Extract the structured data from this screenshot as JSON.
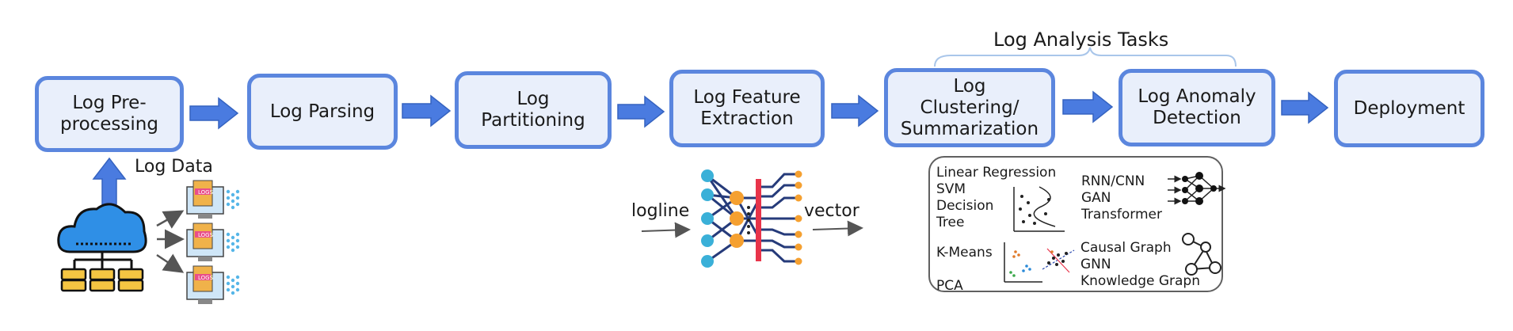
{
  "pipeline": {
    "steps": [
      {
        "id": "preprocessing",
        "label": "Log Pre-\nprocessing"
      },
      {
        "id": "parsing",
        "label": "Log Parsing"
      },
      {
        "id": "partitioning",
        "label": "Log\nPartitioning"
      },
      {
        "id": "feature_extraction",
        "label": "Log Feature\nExtraction"
      },
      {
        "id": "clustering",
        "label": "Log\nClustering/\nSummarization"
      },
      {
        "id": "anomaly_detection",
        "label": "Log Anomaly\nDetection"
      },
      {
        "id": "deployment",
        "label": "Deployment"
      }
    ],
    "analysis_tasks_label": "Log Analysis Tasks"
  },
  "log_data": {
    "label": "Log Data",
    "file_badge": "LOGS"
  },
  "feature_extraction_detail": {
    "input_label": "logline",
    "output_label": "vector"
  },
  "models": {
    "classic_supervised": "Linear Regression\nSVM\nDecision\nTree",
    "deep_learning": "RNN/CNN\nGAN\nTransformer",
    "unsupervised": "K-Means\n\nPCA",
    "graph": "Causal Graph\nGNN\nKnowledge Grapn"
  },
  "colors": {
    "box_border": "#5b86de",
    "box_fill": "#e9effb",
    "arrow": "#4a7be0",
    "brace": "#a9c6ea",
    "cloud": "#2f8fe6",
    "server": "#f5c542",
    "network_input": "#3ab0d8",
    "network_hidden": "#f5a030",
    "network_bar": "#e8344a"
  }
}
